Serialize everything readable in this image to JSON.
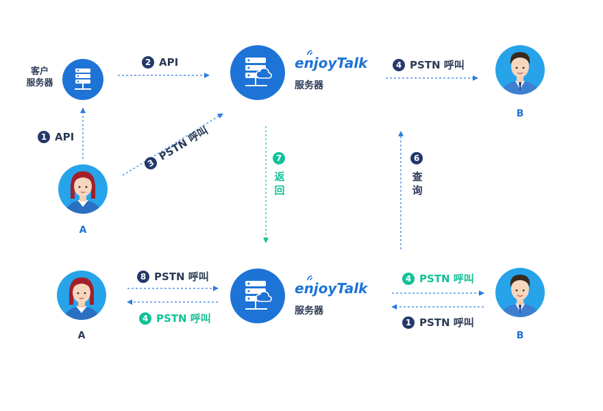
{
  "client_server": {
    "line1": "客户",
    "line2": "服务器"
  },
  "brand": {
    "name": "enjoyTalk",
    "subtitle": "服务器"
  },
  "people": {
    "a": "A",
    "b": "B"
  },
  "top_flow": {
    "step1": {
      "num": "1",
      "text": "API"
    },
    "step2": {
      "num": "2",
      "text": "API"
    },
    "step3": {
      "num": "3",
      "text": "PSTN 呼叫"
    },
    "step4": {
      "num": "4",
      "text": "PSTN 呼叫"
    }
  },
  "middle_flow": {
    "step7": {
      "num": "7",
      "char1": "返",
      "char2": "回"
    },
    "step6": {
      "num": "6",
      "char1": "查",
      "char2": "询"
    }
  },
  "bottom_flow": {
    "step8": {
      "num": "8",
      "text": "PSTN 呼叫"
    },
    "step4_left": {
      "num": "4",
      "text": "PSTN 呼叫"
    },
    "step4_right": {
      "num": "4",
      "text": "PSTN 呼叫"
    },
    "step1": {
      "num": "1",
      "text": "PSTN 呼叫"
    }
  },
  "colors": {
    "navy": "#24386b",
    "blue": "#1e73d6",
    "green": "#12c197",
    "arrow_blue": "#2a7de1"
  }
}
